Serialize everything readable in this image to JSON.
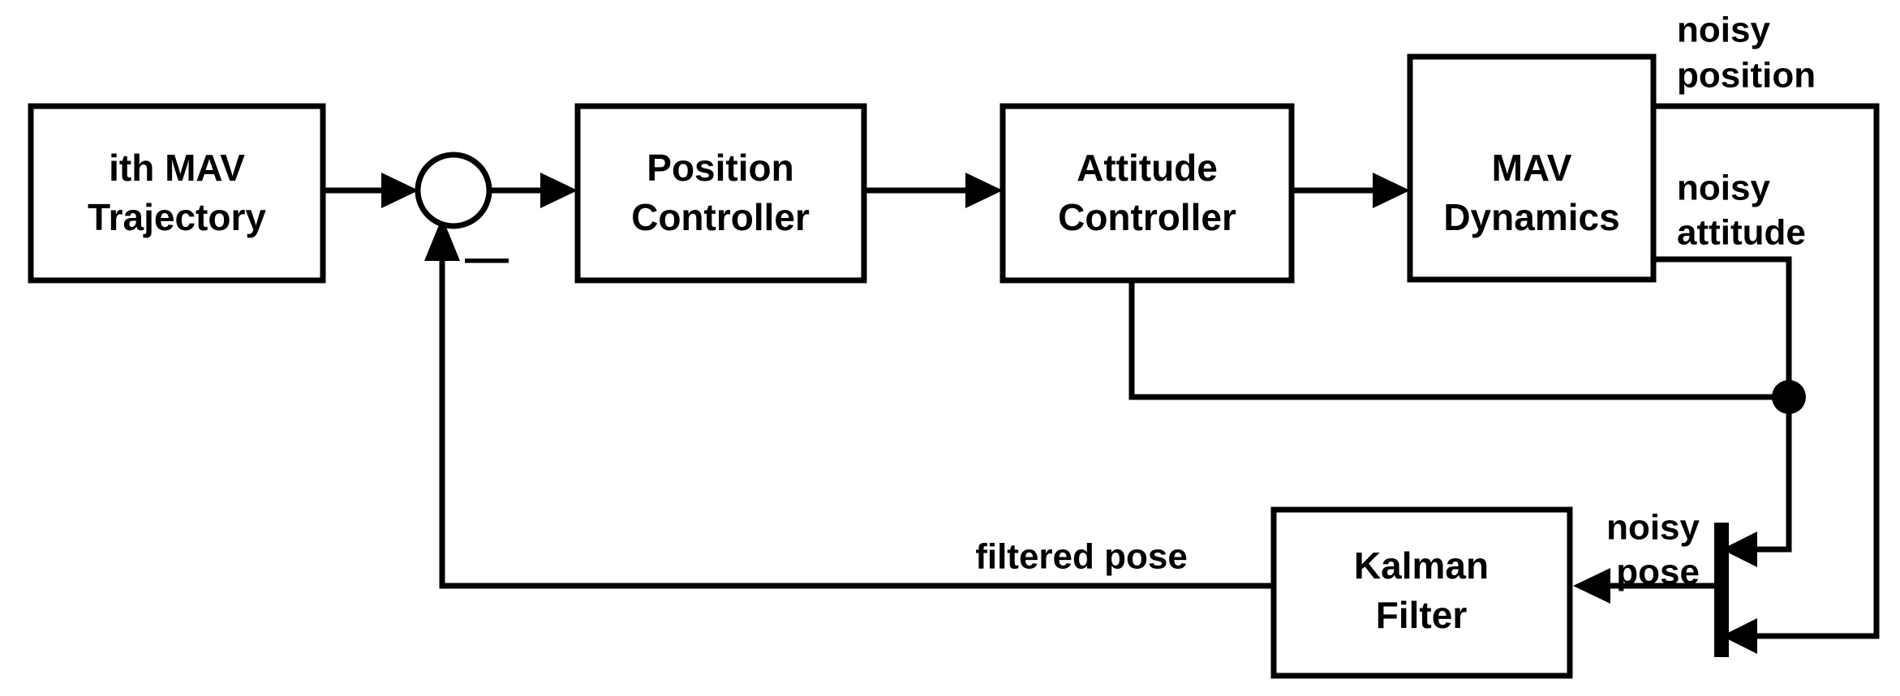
{
  "diagram": {
    "type": "control-block-diagram",
    "title": "MAV Trajectory Tracking Control Loop with Kalman Filter",
    "background_color": "#ffffff",
    "line_color": "#000000",
    "text_color": "#000000",
    "blocks": [
      {
        "id": "trajectory",
        "label_line1": "ith MAV",
        "label_line2": "Trajectory"
      },
      {
        "id": "position-controller",
        "label_line1": "Position",
        "label_line2": "Controller"
      },
      {
        "id": "attitude-controller",
        "label_line1": "Attitude",
        "label_line2": "Controller"
      },
      {
        "id": "mav-dynamics",
        "label_line1": "MAV",
        "label_line2": "Dynamics"
      },
      {
        "id": "kalman-filter",
        "label_line1": "Kalman",
        "label_line2": "Filter"
      }
    ],
    "summing_junction": {
      "id": "sum-junction",
      "sign": "—",
      "sign_meaning": "negative feedback"
    },
    "signals": [
      {
        "id": "noisy-position",
        "line1": "noisy",
        "line2": "position"
      },
      {
        "id": "noisy-attitude",
        "line1": "noisy",
        "line2": "attitude"
      },
      {
        "id": "noisy-pose",
        "line1": "noisy",
        "line2": "pose"
      },
      {
        "id": "filtered-pose",
        "line1": "filtered pose",
        "line2": ""
      }
    ],
    "junction_dot": {
      "id": "attitude-branch-node"
    },
    "merge_bar": {
      "id": "pose-merge-bar"
    }
  }
}
